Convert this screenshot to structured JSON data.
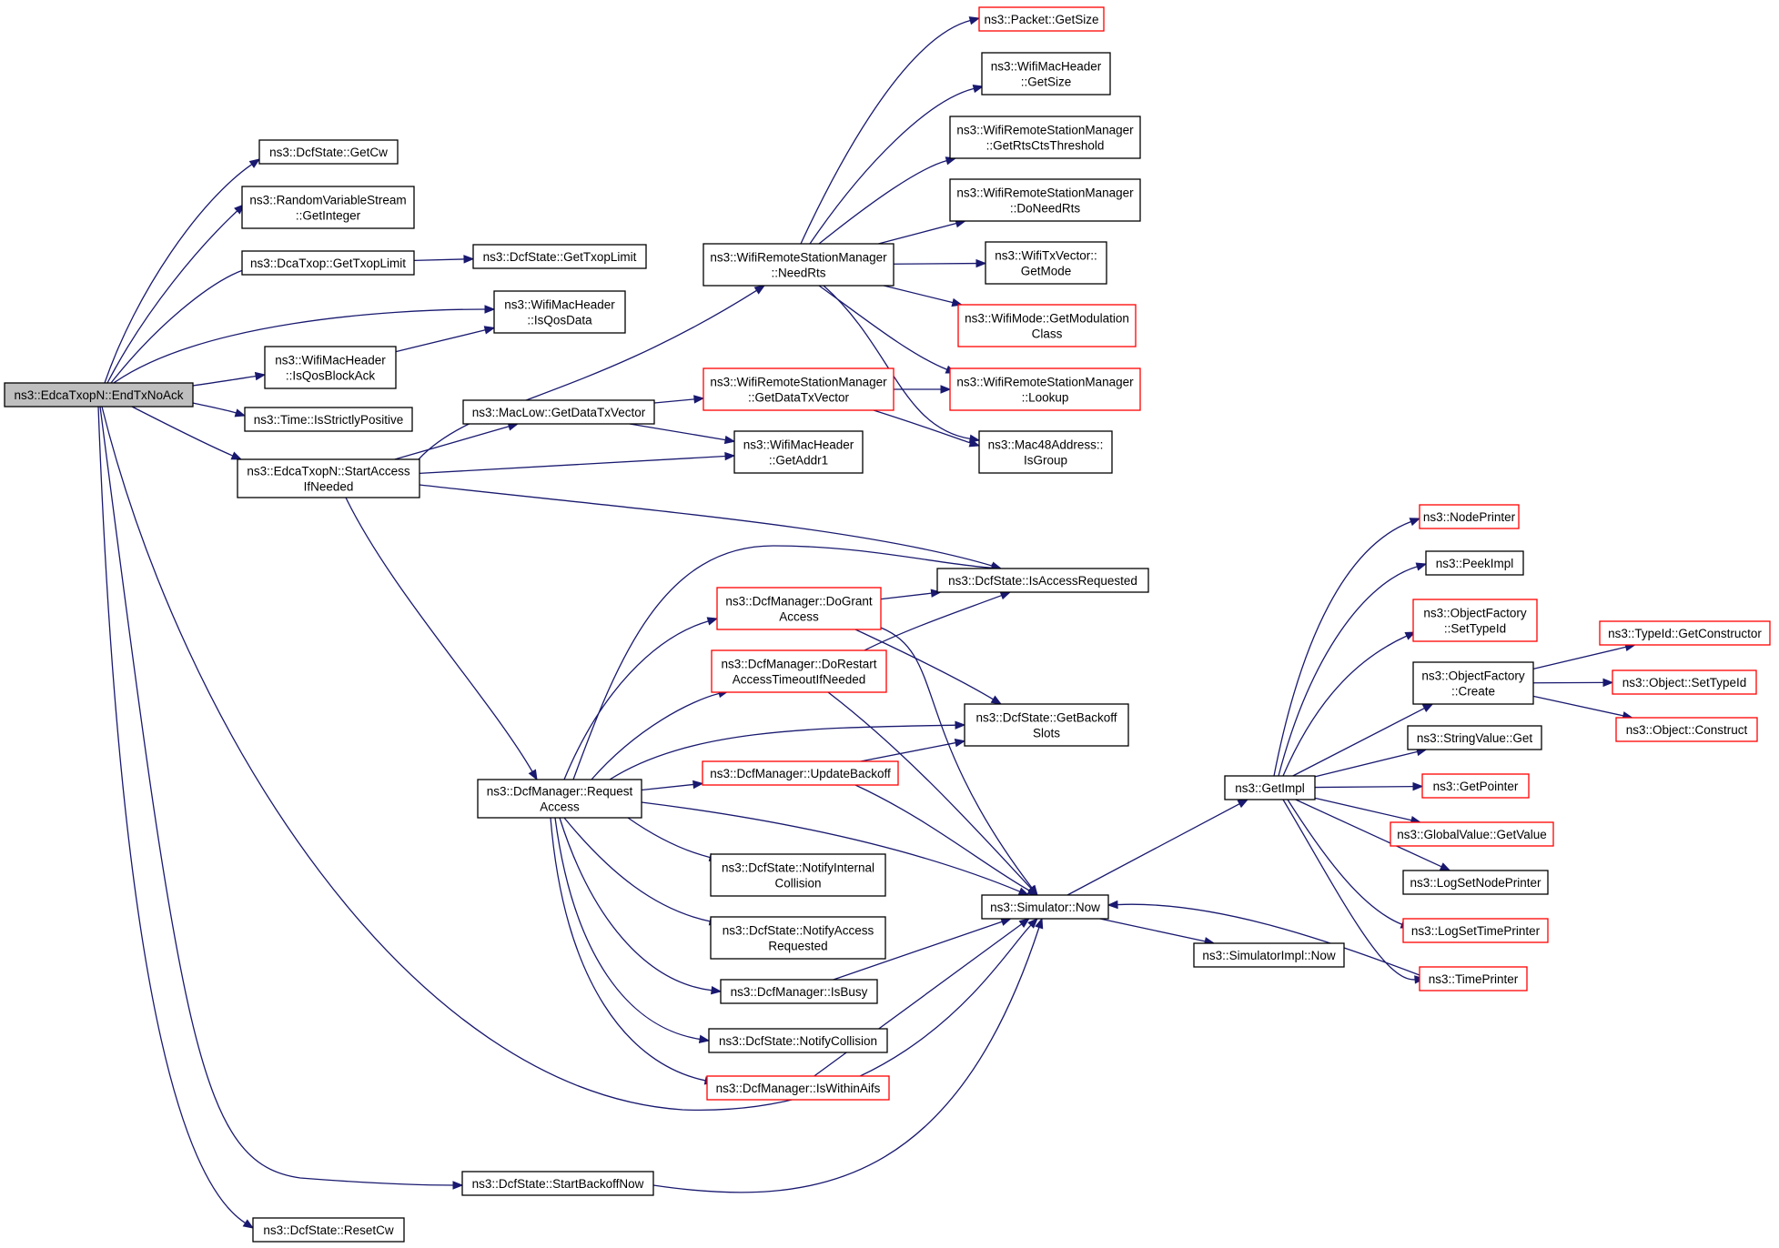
{
  "diagram": {
    "colors": {
      "edge": "#191970",
      "border_normal": "#000000",
      "border_truncated": "#ff0000",
      "fill_root": "#bfbfbf",
      "fill_node": "#ffffff"
    },
    "nodes": [
      {
        "id": "root",
        "lines": [
          "ns3::EdcaTxopN::EndTxNoAck"
        ],
        "style": "root"
      },
      {
        "id": "getcw",
        "lines": [
          "ns3::DcfState::GetCw"
        ],
        "style": "normal"
      },
      {
        "id": "getinteger",
        "lines": [
          "ns3::RandomVariableStream",
          "::GetInteger"
        ],
        "style": "normal"
      },
      {
        "id": "dcagettxop",
        "lines": [
          "ns3::DcaTxop::GetTxopLimit"
        ],
        "style": "normal"
      },
      {
        "id": "dcfgettxop",
        "lines": [
          "ns3::DcfState::GetTxopLimit"
        ],
        "style": "normal"
      },
      {
        "id": "isqosdata",
        "lines": [
          "ns3::WifiMacHeader",
          "::IsQosData"
        ],
        "style": "normal"
      },
      {
        "id": "isqosblockack",
        "lines": [
          "ns3::WifiMacHeader",
          "::IsQosBlockAck"
        ],
        "style": "normal"
      },
      {
        "id": "isstrictlypositive",
        "lines": [
          "ns3::Time::IsStrictlyPositive"
        ],
        "style": "normal"
      },
      {
        "id": "startaccess",
        "lines": [
          "ns3::EdcaTxopN::StartAccess",
          "IfNeeded"
        ],
        "style": "normal"
      },
      {
        "id": "getdatatxvector_low",
        "lines": [
          "ns3::MacLow::GetDataTxVector"
        ],
        "style": "normal"
      },
      {
        "id": "getdatatxvector_wrsm",
        "lines": [
          "ns3::WifiRemoteStationManager",
          "::GetDataTxVector"
        ],
        "style": "truncated"
      },
      {
        "id": "getaddr1",
        "lines": [
          "ns3::WifiMacHeader",
          "::GetAddr1"
        ],
        "style": "normal"
      },
      {
        "id": "needrts",
        "lines": [
          "ns3::WifiRemoteStationManager",
          "::NeedRts"
        ],
        "style": "normal"
      },
      {
        "id": "packetgetsize",
        "lines": [
          "ns3::Packet::GetSize"
        ],
        "style": "truncated"
      },
      {
        "id": "machdrgetsize",
        "lines": [
          "ns3::WifiMacHeader",
          "::GetSize"
        ],
        "style": "normal"
      },
      {
        "id": "getrtscts",
        "lines": [
          "ns3::WifiRemoteStationManager",
          "::GetRtsCtsThreshold"
        ],
        "style": "normal"
      },
      {
        "id": "doneedrts",
        "lines": [
          "ns3::WifiRemoteStationManager",
          "::DoNeedRts"
        ],
        "style": "normal"
      },
      {
        "id": "txvectorgetmode",
        "lines": [
          "ns3::WifiTxVector::",
          "GetMode"
        ],
        "style": "normal"
      },
      {
        "id": "getmodclass",
        "lines": [
          "ns3::WifiMode::GetModulation",
          "Class"
        ],
        "style": "truncated"
      },
      {
        "id": "lookup",
        "lines": [
          "ns3::WifiRemoteStationManager",
          "::Lookup"
        ],
        "style": "truncated"
      },
      {
        "id": "isgroup",
        "lines": [
          "ns3::Mac48Address::",
          "IsGroup"
        ],
        "style": "normal"
      },
      {
        "id": "isaccessrequested",
        "lines": [
          "ns3::DcfState::IsAccessRequested"
        ],
        "style": "normal"
      },
      {
        "id": "dograntaccess",
        "lines": [
          "ns3::DcfManager::DoGrant",
          "Access"
        ],
        "style": "truncated"
      },
      {
        "id": "dorestart",
        "lines": [
          "ns3::DcfManager::DoRestart",
          "AccessTimeoutIfNeeded"
        ],
        "style": "truncated"
      },
      {
        "id": "getbackoffslots",
        "lines": [
          "ns3::DcfState::GetBackoff",
          "Slots"
        ],
        "style": "normal"
      },
      {
        "id": "requestaccess",
        "lines": [
          "ns3::DcfManager::Request",
          "Access"
        ],
        "style": "normal"
      },
      {
        "id": "updatebackoff",
        "lines": [
          "ns3::DcfManager::UpdateBackoff"
        ],
        "style": "truncated"
      },
      {
        "id": "notifyinternal",
        "lines": [
          "ns3::DcfState::NotifyInternal",
          "Collision"
        ],
        "style": "normal"
      },
      {
        "id": "notifyaccess",
        "lines": [
          "ns3::DcfState::NotifyAccess",
          "Requested"
        ],
        "style": "normal"
      },
      {
        "id": "isbusy",
        "lines": [
          "ns3::DcfManager::IsBusy"
        ],
        "style": "normal"
      },
      {
        "id": "notifycollision",
        "lines": [
          "ns3::DcfState::NotifyCollision"
        ],
        "style": "normal"
      },
      {
        "id": "iswithinaifs",
        "lines": [
          "ns3::DcfManager::IsWithinAifs"
        ],
        "style": "truncated"
      },
      {
        "id": "simnow",
        "lines": [
          "ns3::Simulator::Now"
        ],
        "style": "normal"
      },
      {
        "id": "simimplnow",
        "lines": [
          "ns3::SimulatorImpl::Now"
        ],
        "style": "normal"
      },
      {
        "id": "startbackoffnow",
        "lines": [
          "ns3::DcfState::StartBackoffNow"
        ],
        "style": "normal"
      },
      {
        "id": "resetcw",
        "lines": [
          "ns3::DcfState::ResetCw"
        ],
        "style": "normal"
      },
      {
        "id": "getimpl",
        "lines": [
          "ns3::GetImpl"
        ],
        "style": "normal"
      },
      {
        "id": "nodeprinter",
        "lines": [
          "ns3::NodePrinter"
        ],
        "style": "truncated"
      },
      {
        "id": "peekimpl",
        "lines": [
          "ns3::PeekImpl"
        ],
        "style": "normal"
      },
      {
        "id": "settypeid_factory",
        "lines": [
          "ns3::ObjectFactory",
          "::SetTypeId"
        ],
        "style": "truncated"
      },
      {
        "id": "factorycreate",
        "lines": [
          "ns3::ObjectFactory",
          "::Create"
        ],
        "style": "normal"
      },
      {
        "id": "stringvalueget",
        "lines": [
          "ns3::StringValue::Get"
        ],
        "style": "normal"
      },
      {
        "id": "getpointer",
        "lines": [
          "ns3::GetPointer"
        ],
        "style": "truncated"
      },
      {
        "id": "globalvalueget",
        "lines": [
          "ns3::GlobalValue::GetValue"
        ],
        "style": "truncated"
      },
      {
        "id": "lognodeprinter",
        "lines": [
          "ns3::LogSetNodePrinter"
        ],
        "style": "normal"
      },
      {
        "id": "logtimeprinter",
        "lines": [
          "ns3::LogSetTimePrinter"
        ],
        "style": "truncated"
      },
      {
        "id": "timeprinter",
        "lines": [
          "ns3::TimePrinter"
        ],
        "style": "truncated"
      },
      {
        "id": "getconstructor",
        "lines": [
          "ns3::TypeId::GetConstructor"
        ],
        "style": "truncated"
      },
      {
        "id": "objsettypeid",
        "lines": [
          "ns3::Object::SetTypeId"
        ],
        "style": "truncated"
      },
      {
        "id": "objconstruct",
        "lines": [
          "ns3::Object::Construct"
        ],
        "style": "truncated"
      }
    ],
    "edges": [
      {
        "from": "root",
        "to": "getcw"
      },
      {
        "from": "root",
        "to": "getinteger"
      },
      {
        "from": "root",
        "to": "dcagettxop"
      },
      {
        "from": "root",
        "to": "isqosdata"
      },
      {
        "from": "root",
        "to": "isqosblockack"
      },
      {
        "from": "root",
        "to": "isstrictlypositive"
      },
      {
        "from": "root",
        "to": "startaccess"
      },
      {
        "from": "root",
        "to": "simnow"
      },
      {
        "from": "root",
        "to": "startbackoffnow"
      },
      {
        "from": "root",
        "to": "resetcw"
      },
      {
        "from": "dcagettxop",
        "to": "dcfgettxop"
      },
      {
        "from": "isqosblockack",
        "to": "isqosdata"
      },
      {
        "from": "startaccess",
        "to": "needrts"
      },
      {
        "from": "startaccess",
        "to": "getdatatxvector_low"
      },
      {
        "from": "startaccess",
        "to": "getaddr1"
      },
      {
        "from": "startaccess",
        "to": "isaccessrequested"
      },
      {
        "from": "startaccess",
        "to": "requestaccess"
      },
      {
        "from": "getdatatxvector_low",
        "to": "getdatatxvector_wrsm"
      },
      {
        "from": "getdatatxvector_low",
        "to": "getaddr1"
      },
      {
        "from": "getdatatxvector_wrsm",
        "to": "lookup"
      },
      {
        "from": "getdatatxvector_wrsm",
        "to": "isgroup"
      },
      {
        "from": "needrts",
        "to": "packetgetsize"
      },
      {
        "from": "needrts",
        "to": "machdrgetsize"
      },
      {
        "from": "needrts",
        "to": "getrtscts"
      },
      {
        "from": "needrts",
        "to": "doneedrts"
      },
      {
        "from": "needrts",
        "to": "txvectorgetmode"
      },
      {
        "from": "needrts",
        "to": "getmodclass"
      },
      {
        "from": "needrts",
        "to": "lookup"
      },
      {
        "from": "needrts",
        "to": "isgroup"
      },
      {
        "from": "requestaccess",
        "to": "isaccessrequested"
      },
      {
        "from": "requestaccess",
        "to": "dograntaccess"
      },
      {
        "from": "requestaccess",
        "to": "dorestart"
      },
      {
        "from": "requestaccess",
        "to": "getbackoffslots"
      },
      {
        "from": "requestaccess",
        "to": "updatebackoff"
      },
      {
        "from": "requestaccess",
        "to": "simnow"
      },
      {
        "from": "requestaccess",
        "to": "notifyinternal"
      },
      {
        "from": "requestaccess",
        "to": "notifyaccess"
      },
      {
        "from": "requestaccess",
        "to": "isbusy"
      },
      {
        "from": "requestaccess",
        "to": "notifycollision"
      },
      {
        "from": "requestaccess",
        "to": "iswithinaifs"
      },
      {
        "from": "dograntaccess",
        "to": "isaccessrequested"
      },
      {
        "from": "dograntaccess",
        "to": "getbackoffslots"
      },
      {
        "from": "dograntaccess",
        "to": "simnow"
      },
      {
        "from": "dorestart",
        "to": "isaccessrequested"
      },
      {
        "from": "dorestart",
        "to": "simnow"
      },
      {
        "from": "updatebackoff",
        "to": "getbackoffslots"
      },
      {
        "from": "updatebackoff",
        "to": "simnow"
      },
      {
        "from": "isbusy",
        "to": "simnow"
      },
      {
        "from": "iswithinaifs",
        "to": "simnow"
      },
      {
        "from": "startbackoffnow",
        "to": "simnow"
      },
      {
        "from": "simnow",
        "to": "getimpl"
      },
      {
        "from": "simnow",
        "to": "simimplnow"
      },
      {
        "from": "getimpl",
        "to": "nodeprinter"
      },
      {
        "from": "getimpl",
        "to": "peekimpl"
      },
      {
        "from": "getimpl",
        "to": "settypeid_factory"
      },
      {
        "from": "getimpl",
        "to": "factorycreate"
      },
      {
        "from": "getimpl",
        "to": "stringvalueget"
      },
      {
        "from": "getimpl",
        "to": "getpointer"
      },
      {
        "from": "getimpl",
        "to": "globalvalueget"
      },
      {
        "from": "getimpl",
        "to": "lognodeprinter"
      },
      {
        "from": "getimpl",
        "to": "logtimeprinter"
      },
      {
        "from": "getimpl",
        "to": "timeprinter"
      },
      {
        "from": "factorycreate",
        "to": "getconstructor"
      },
      {
        "from": "factorycreate",
        "to": "objsettypeid"
      },
      {
        "from": "factorycreate",
        "to": "objconstruct"
      },
      {
        "from": "timeprinter",
        "to": "simnow"
      }
    ]
  }
}
